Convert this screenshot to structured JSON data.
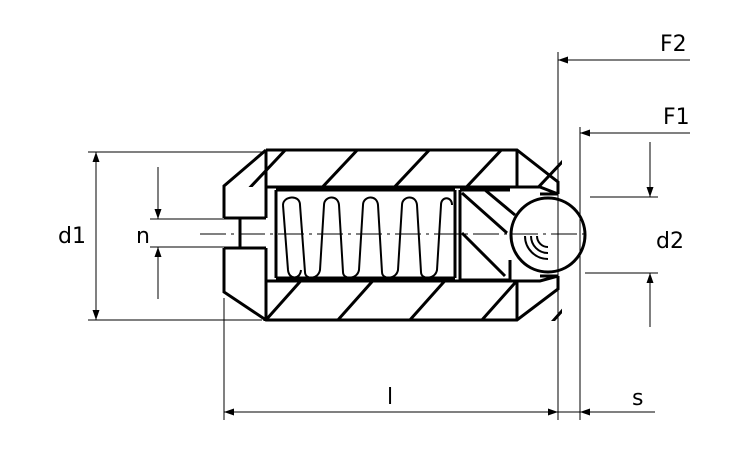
{
  "labels": {
    "d1": "d1",
    "n": "n",
    "d2": "d2",
    "l": "l",
    "s": "s",
    "f1": "F1",
    "f2": "F2"
  },
  "colors": {
    "line": "#000000",
    "background": "#ffffff"
  }
}
